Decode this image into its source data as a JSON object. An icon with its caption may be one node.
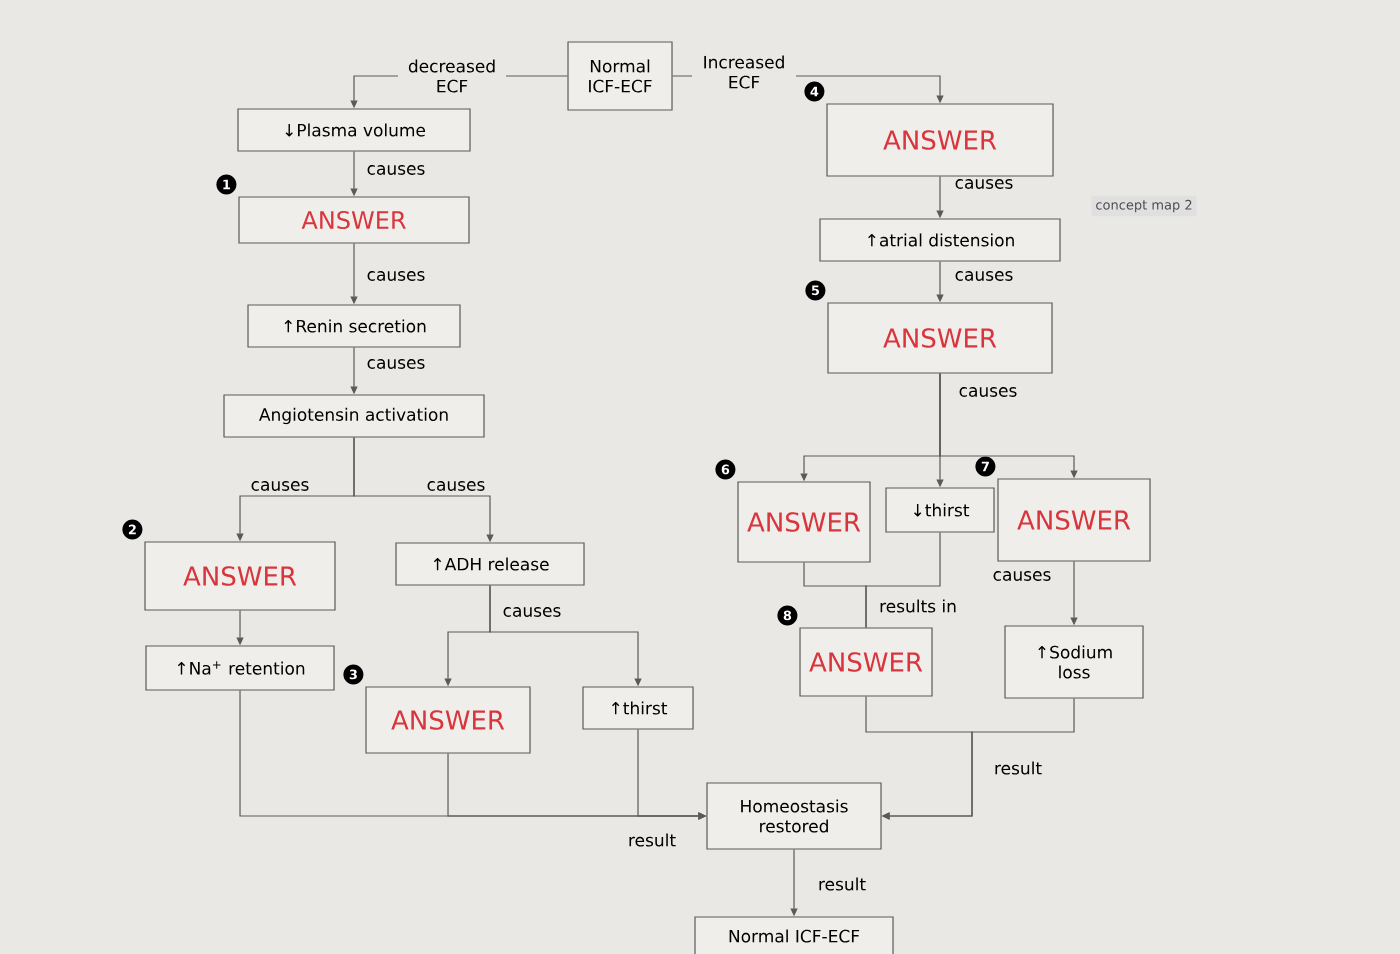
{
  "diagram": {
    "nodes": [
      {
        "text": [
          "Normal ICF-ECF"
        ]
      },
      {
        "text": [
          "↓Plasma volume"
        ]
      },
      {
        "text": [
          "ANSWER"
        ],
        "beside": [
          "1"
        ]
      },
      {
        "text": [
          "↑Renin secretion"
        ]
      },
      {
        "text": [
          "Angiotensin activation"
        ]
      },
      {
        "text": [
          "ANSWER"
        ],
        "beside": [
          "2"
        ]
      },
      {
        "text": [
          "↑ADH release"
        ]
      },
      {
        "text": [
          "↑Na$^{+}$ retention"
        ]
      },
      {
        "text": [
          "ANSWER"
        ],
        "beside": [
          "3"
        ]
      },
      {
        "text": [
          "↑thirst"
        ]
      },
      {
        "text": [
          "Homeostasis restored"
        ]
      },
      {
        "text": [
          "Normal ICF-ECF"
        ]
      },
      {
        "text": [
          "ANSWER"
        ],
        "beside": [
          "4"
        ]
      },
      {
        "text": [
          "↑atrial distension"
        ]
      },
      {
        "text": [
          "ANSWER"
        ],
        "beside": [
          "5"
        ]
      },
      {
        "text": [
          "ANSWER"
        ],
        "beside": [
          "6"
        ]
      },
      {
        "text": [
          "↓thirst"
        ]
      },
      {
        "text": [
          "ANSWER"
        ],
        "beside": [
          "7"
        ]
      },
      {
        "text": [
          "ANSWER"
        ],
        "beside": [
          "8"
        ]
      },
      {
        "text": [
          "↑Sodium loss"
        ]
      }
    ],
    "edges": [
      {
        "from": 0,
        "to": 1,
        "arrow": "to",
        "label": "decreased ECF"
      },
      {
        "from": 0,
        "to": 12,
        "arrow": "to",
        "label": "Increased ECF"
      },
      {
        "from": 1,
        "to": 2,
        "arrow": "to",
        "label": "causes"
      },
      {
        "from": 2,
        "to": 3,
        "arrow": "to",
        "label": "causes"
      },
      {
        "from": 3,
        "to": 4,
        "arrow": "to",
        "label": "causes"
      },
      {
        "from": 4,
        "to": 5,
        "arrow": "to",
        "label": "causes"
      },
      {
        "from": 4,
        "to": 6,
        "arrow": "to",
        "label": "causes"
      },
      {
        "from": 5,
        "to": 7,
        "arrow": "to"
      },
      {
        "from": 6,
        "to": 8,
        "arrow": "to",
        "label": "causes"
      },
      {
        "from": 6,
        "to": 9,
        "arrow": "to"
      },
      {
        "from": 7,
        "to": 10,
        "arrow": "to"
      },
      {
        "from": 8,
        "to": 10,
        "arrow": "to"
      },
      {
        "from": 9,
        "to": 10,
        "arrow": "to",
        "label": "result"
      },
      {
        "from": 10,
        "to": 11,
        "arrow": "to",
        "label": "result"
      },
      {
        "from": 12,
        "to": 13,
        "arrow": "to",
        "label": "causes"
      },
      {
        "from": 13,
        "to": 14,
        "arrow": "to",
        "label": "causes"
      },
      {
        "from": 14,
        "to": 15,
        "arrow": "to",
        "label": "causes"
      },
      {
        "from": 14,
        "to": 16,
        "arrow": "to"
      },
      {
        "from": 14,
        "to": 17,
        "arrow": "to"
      },
      {
        "from": 17,
        "to": 19,
        "arrow": "to",
        "label": "causes"
      },
      {
        "from": 15,
        "to": 18,
        "arrow": "none",
        "label": "results in"
      },
      {
        "from": 16,
        "to": 18,
        "arrow": "none"
      },
      {
        "from": 18,
        "to": 10,
        "arrow": "to",
        "label": "result"
      },
      {
        "from": 19,
        "to": 10,
        "arrow": "to"
      }
    ],
    "labels": [
      "concept map 2"
    ]
  }
}
